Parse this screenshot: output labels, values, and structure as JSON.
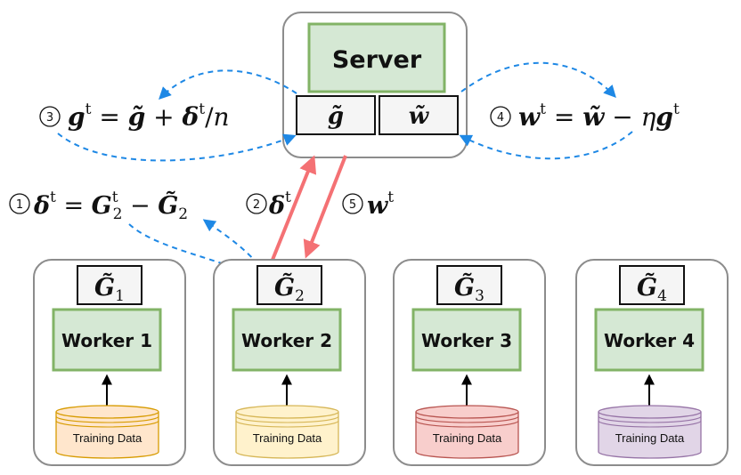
{
  "server": {
    "label": "Server"
  },
  "server_vars": {
    "g_tilde": "g̃",
    "w_tilde": "w̃"
  },
  "workers": [
    {
      "label": "Worker 1",
      "var": "G̃",
      "sub": "1",
      "data_label": "Training Data",
      "db_fill": "#ffe6cc",
      "db_stroke": "#d79b00"
    },
    {
      "label": "Worker 2",
      "var": "G̃",
      "sub": "2",
      "data_label": "Training Data",
      "db_fill": "#fff2cc",
      "db_stroke": "#d6b656"
    },
    {
      "label": "Worker 3",
      "var": "G̃",
      "sub": "3",
      "data_label": "Training Data",
      "db_fill": "#f8cecc",
      "db_stroke": "#b85450"
    },
    {
      "label": "Worker 4",
      "var": "G̃",
      "sub": "4",
      "data_label": "Training Data",
      "db_fill": "#e1d5e7",
      "db_stroke": "#9673a6"
    }
  ],
  "steps": {
    "s1": {
      "num": "1"
    },
    "s2": {
      "num": "2"
    },
    "s3": {
      "num": "3"
    },
    "s4": {
      "num": "4"
    },
    "s5": {
      "num": "5"
    }
  },
  "colors": {
    "dashed_arrow": "#1e88e5",
    "red_arrow": "#f47174",
    "green_fill": "#d5e8d4",
    "green_stroke": "#82b366"
  }
}
